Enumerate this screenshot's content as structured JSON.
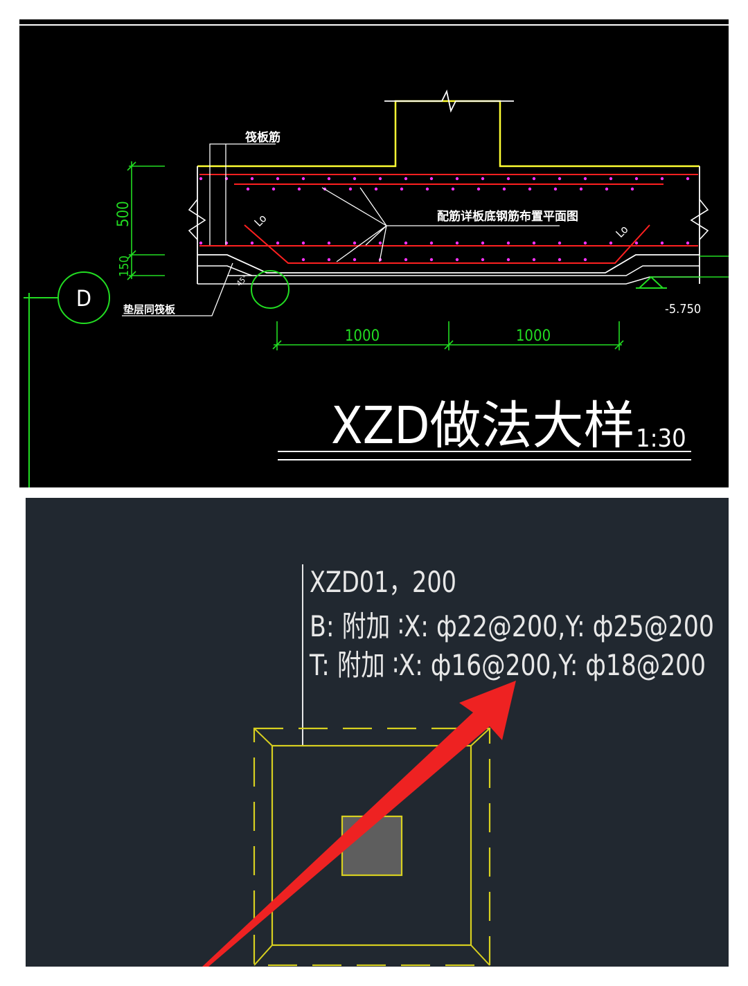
{
  "top_drawing": {
    "title": "XZD做法大样",
    "scale": "1:30",
    "labels": {
      "raft_rebar": "筏板筋",
      "rebar_note": "配筋详板底钢筋布置平面图",
      "cushion_pad": "垫层同筏板",
      "lap_left": "Lo",
      "lap_right": "Lo",
      "angle": "45°",
      "axis_bubble": "D",
      "elevation": "-5.750"
    },
    "dimensions": {
      "height_upper": "500",
      "height_lower": "150",
      "width_left": "1000",
      "width_right": "1000"
    },
    "colors": {
      "background": "#000000",
      "outline": "#ffffff",
      "column": "#ffff33",
      "rebar": "#ff2020",
      "rebar_dots": "#ff33ff",
      "dimension": "#22dd22",
      "axis": "#22dd22"
    }
  },
  "bottom_drawing": {
    "annotation": {
      "line1": "XZD01，200",
      "line2": "B: 附加 ∶X: ф22@200,Y: ф25@200",
      "line3": "T: 附加 ∶X: ф16@200,Y: ф18@200"
    },
    "colors": {
      "background": "#212830",
      "text": "#e8e8e8",
      "outline": "#d8d020",
      "column_fill": "#5e5e5e",
      "arrow": "#ee2222"
    }
  }
}
